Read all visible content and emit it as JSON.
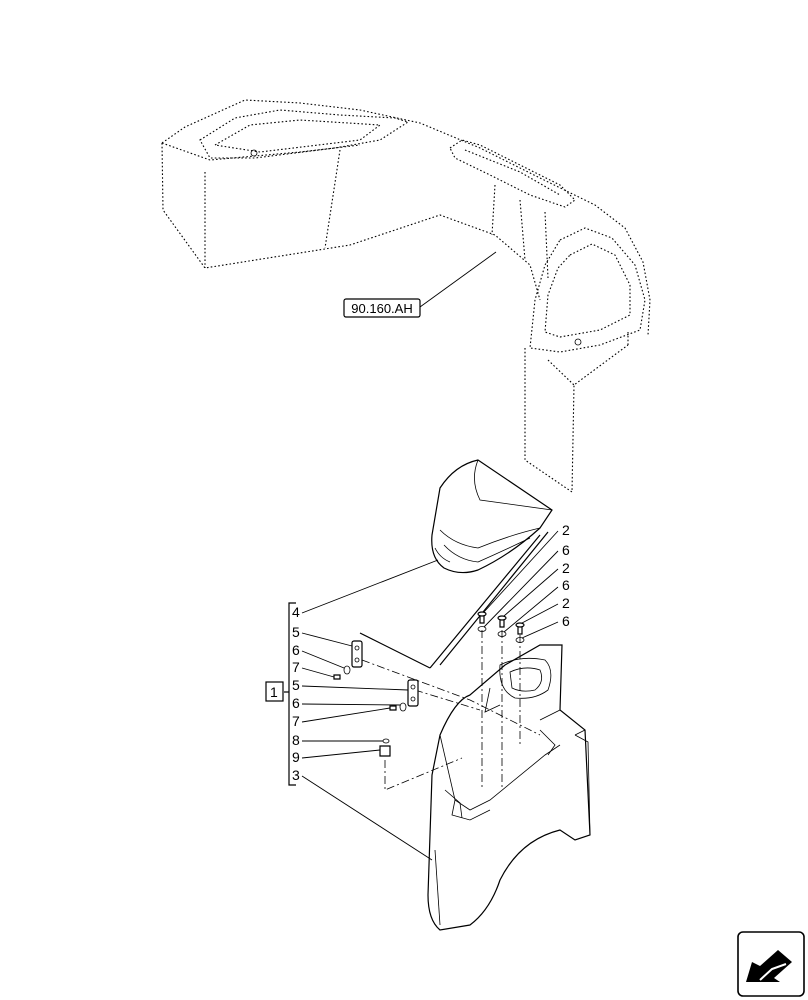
{
  "reference_label": "90.160.AH",
  "group_label": "1",
  "callouts_right": [
    "2",
    "6",
    "2",
    "6",
    "2",
    "6"
  ],
  "callouts_left": [
    "4",
    "5",
    "6",
    "7",
    "5",
    "6",
    "7",
    "8",
    "9",
    "3"
  ],
  "nav_icon": "arrow-left-icon"
}
